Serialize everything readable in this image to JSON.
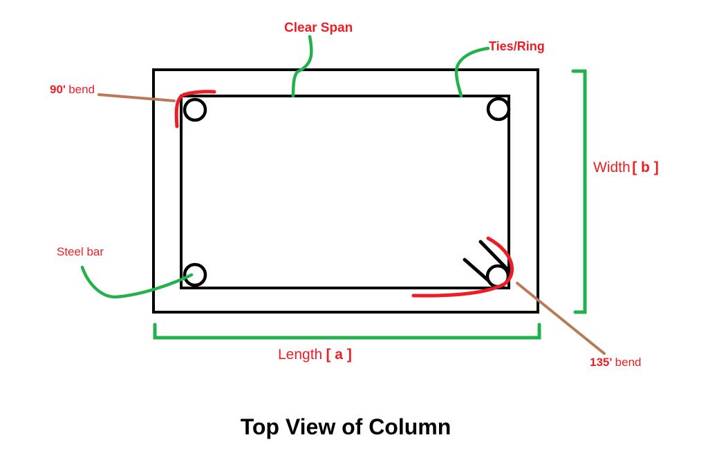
{
  "title": "Top View of Column",
  "colors": {
    "annotation_red": "#ee1c24",
    "annotation_green": "#22b14c",
    "leader_brown": "#b97a57",
    "drawing_black": "#000000",
    "background": "#ffffff"
  },
  "annotations": {
    "clear_span": {
      "label": "Clear Span"
    },
    "ties_ring": {
      "label": "Ties/Ring"
    },
    "bend_90": {
      "value": "90'",
      "label": "bend"
    },
    "steel_bar": {
      "label": "Steel bar"
    },
    "bend_135": {
      "value": "135'",
      "label": "bend"
    }
  },
  "dimensions": {
    "width": {
      "label": "Width",
      "symbol": "[ b ]"
    },
    "length": {
      "label": "Length",
      "symbol": "[ a ]"
    }
  }
}
